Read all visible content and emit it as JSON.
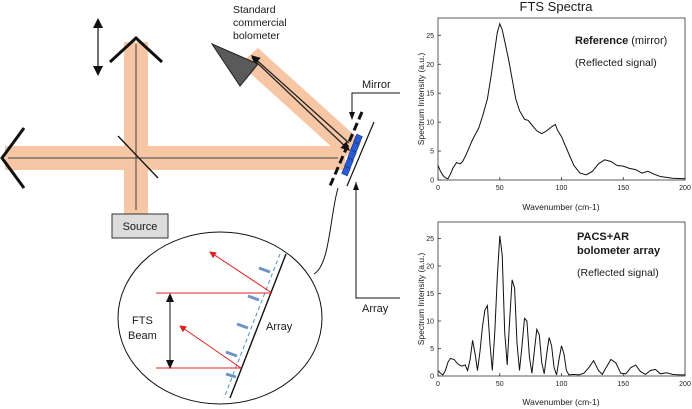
{
  "diagram": {
    "label_standard": "Standard",
    "label_commercial": "commercial",
    "label_bolometer": "bolometer",
    "label_mirror": "Mirror",
    "label_source": "Source",
    "label_array": "Array",
    "label_array_inset": "Array",
    "label_fts": "FTS",
    "label_beam": "Beam"
  },
  "spectra_title": "FTS Spectra",
  "chart_data": [
    {
      "type": "line",
      "title_bold": "Reference",
      "title_rest": " (mirror)",
      "subtitle": "(Reflected signal)",
      "xlabel": "Wavenumber (cm-1)",
      "ylabel": "Spectrum Intensity (a.u.)",
      "xlim": [
        0,
        200
      ],
      "ylim": [
        0,
        28
      ],
      "xticks": [
        0,
        50,
        100,
        150,
        200
      ],
      "yticks": [
        0,
        5,
        10,
        15,
        20,
        25
      ],
      "color": "#111111",
      "x": [
        0,
        2,
        4,
        6,
        8,
        10,
        12,
        15,
        18,
        20,
        23,
        26,
        28,
        30,
        33,
        36,
        40,
        43,
        46,
        48,
        50,
        52,
        54,
        57,
        60,
        63,
        66,
        70,
        73,
        76,
        80,
        84,
        88,
        92,
        95,
        97,
        100,
        103,
        106,
        110,
        115,
        120,
        125,
        130,
        135,
        140,
        145,
        150,
        155,
        160,
        165,
        170,
        175,
        180,
        190,
        200
      ],
      "y": [
        2.5,
        1.5,
        0.8,
        0.4,
        0.2,
        1.0,
        2.0,
        3.0,
        2.8,
        3.2,
        4.5,
        6.0,
        7.0,
        7.8,
        9.0,
        11.0,
        14.0,
        18.0,
        22.5,
        25.5,
        27.0,
        26.0,
        24.0,
        21.0,
        17.5,
        14.0,
        12.0,
        10.5,
        10.3,
        9.5,
        8.5,
        8.0,
        8.5,
        9.2,
        9.6,
        8.5,
        7.5,
        6.0,
        4.5,
        2.5,
        1.2,
        0.9,
        1.5,
        2.8,
        3.5,
        3.2,
        2.5,
        2.4,
        2.0,
        1.8,
        1.2,
        1.5,
        1.0,
        0.6,
        0.3,
        0.2
      ]
    },
    {
      "type": "line",
      "title_bold": "PACS+AR",
      "title_bold2": "bolometer array",
      "subtitle": "(Reflected signal)",
      "xlabel": "Wavenumber (cm-1)",
      "ylabel": "Spectrum Intensity (a.u.)",
      "xlim": [
        0,
        200
      ],
      "ylim": [
        0,
        28
      ],
      "xticks": [
        0,
        50,
        100,
        150,
        200
      ],
      "yticks": [
        0,
        5,
        10,
        15,
        20,
        25
      ],
      "color": "#111111",
      "x": [
        0,
        2,
        4,
        6,
        8,
        10,
        13,
        16,
        19,
        22,
        24,
        26,
        28,
        30,
        32,
        34,
        36,
        38,
        40,
        42,
        44,
        46,
        48,
        50,
        52,
        54,
        56,
        58,
        60,
        62,
        64,
        66,
        68,
        70,
        72,
        74,
        76,
        78,
        80,
        82,
        84,
        86,
        88,
        90,
        92,
        94,
        96,
        98,
        100,
        102,
        104,
        106,
        110,
        114,
        118,
        122,
        126,
        130,
        133,
        136,
        140,
        144,
        148,
        152,
        156,
        160,
        164,
        168,
        172,
        176,
        180,
        185,
        190,
        195,
        200
      ],
      "y": [
        1.0,
        0.5,
        0.2,
        1.0,
        2.5,
        3.2,
        3.0,
        2.2,
        1.8,
        2.0,
        1.0,
        3.0,
        6.5,
        4.0,
        1.0,
        4.5,
        9.0,
        12.0,
        12.8,
        6.0,
        1.0,
        8.0,
        18.0,
        25.5,
        22.0,
        8.0,
        2.0,
        10.0,
        17.5,
        16.0,
        6.0,
        1.0,
        5.5,
        10.5,
        10.0,
        3.5,
        0.5,
        4.5,
        8.5,
        7.5,
        2.5,
        0.4,
        4.0,
        7.0,
        5.5,
        1.5,
        0.2,
        3.0,
        5.5,
        4.0,
        1.0,
        0.2,
        0.3,
        0.2,
        0.5,
        1.5,
        2.8,
        1.0,
        0.3,
        1.5,
        3.0,
        2.4,
        0.5,
        0.4,
        1.5,
        2.0,
        0.8,
        0.3,
        1.0,
        1.2,
        0.4,
        0.6,
        0.3,
        0.2,
        0.2
      ]
    }
  ]
}
